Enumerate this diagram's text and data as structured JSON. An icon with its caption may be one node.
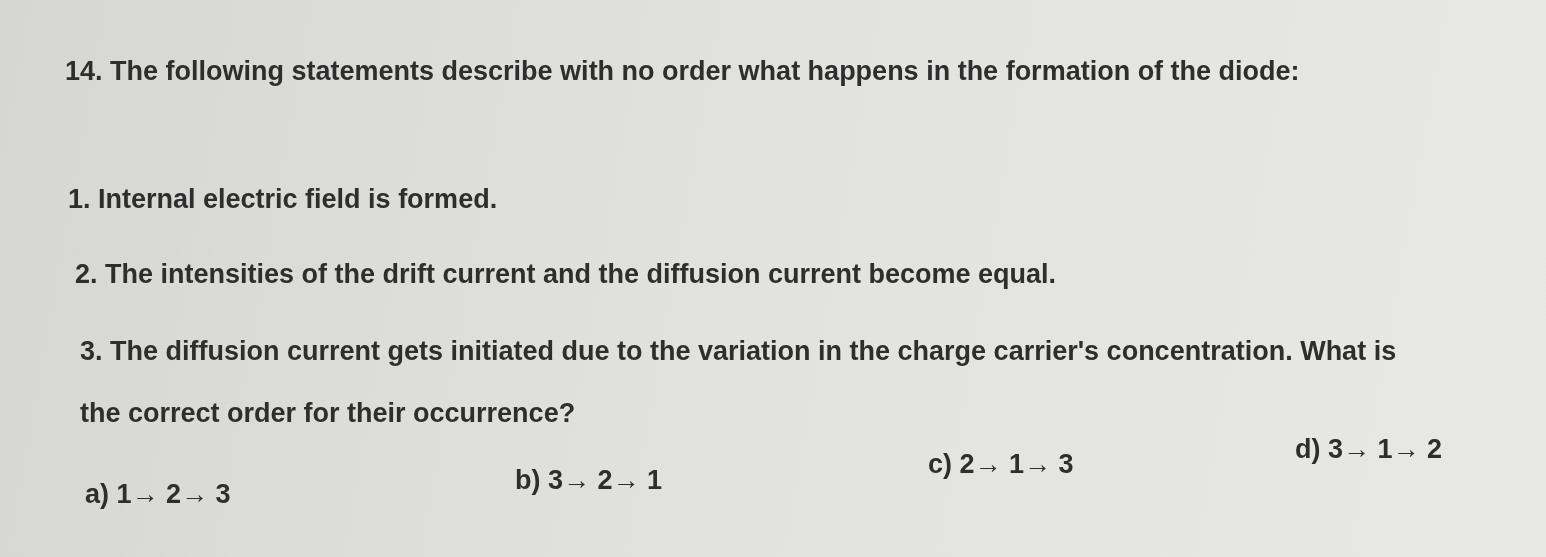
{
  "diagram": {
    "labels": [
      "14. The following statements describe with no order what happens in the formation of the diode:",
      "1. Internal electric field is formed.",
      "2. The intensities of the drift current and the diffusion current become equal.",
      "3. The diffusion current gets initiated due to the variation in the charge carrier's concentration. What is the correct order for their occurrence?",
      "a) 1→ 2→ 3",
      "b) 3→ 2→ 1",
      "c) 2→ 1→ 3",
      "d) 3→ 1→ 2"
    ]
  }
}
